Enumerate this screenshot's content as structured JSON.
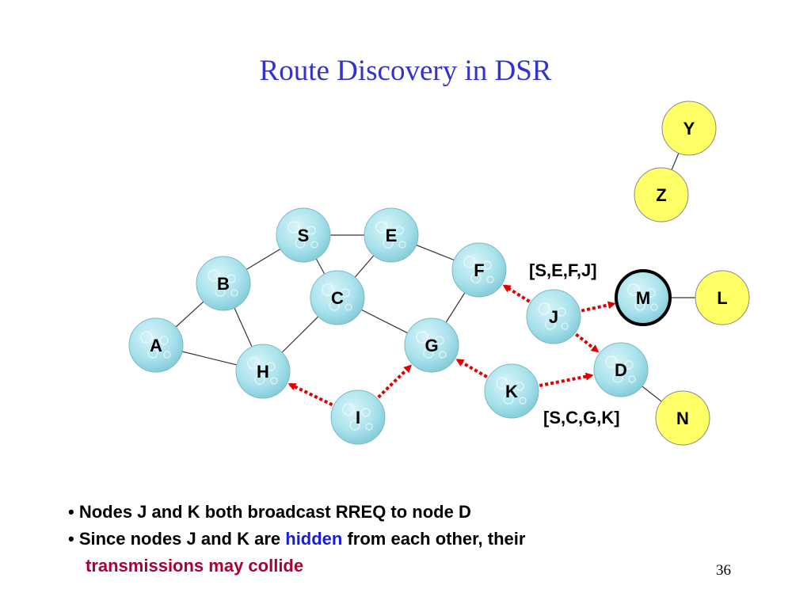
{
  "title": "Route Discovery in DSR",
  "nodes": [
    {
      "id": "Y",
      "label": "Y",
      "type": "yellow"
    },
    {
      "id": "Z",
      "label": "Z",
      "type": "yellow"
    },
    {
      "id": "S",
      "label": "S",
      "type": "blue"
    },
    {
      "id": "E",
      "label": "E",
      "type": "blue"
    },
    {
      "id": "F",
      "label": "F",
      "type": "blue"
    },
    {
      "id": "B",
      "label": "B",
      "type": "blue"
    },
    {
      "id": "C",
      "label": "C",
      "type": "blue"
    },
    {
      "id": "M",
      "label": "M",
      "type": "blue-bold"
    },
    {
      "id": "L",
      "label": "L",
      "type": "yellow"
    },
    {
      "id": "J",
      "label": "J",
      "type": "blue"
    },
    {
      "id": "A",
      "label": "A",
      "type": "blue"
    },
    {
      "id": "G",
      "label": "G",
      "type": "blue"
    },
    {
      "id": "H",
      "label": "H",
      "type": "blue"
    },
    {
      "id": "D",
      "label": "D",
      "type": "blue"
    },
    {
      "id": "K",
      "label": "K",
      "type": "blue"
    },
    {
      "id": "I",
      "label": "I",
      "type": "blue"
    },
    {
      "id": "N",
      "label": "N",
      "type": "yellow"
    }
  ],
  "edges": [
    [
      "Y",
      "Z"
    ],
    [
      "S",
      "E"
    ],
    [
      "S",
      "B"
    ],
    [
      "S",
      "C"
    ],
    [
      "E",
      "C"
    ],
    [
      "E",
      "F"
    ],
    [
      "B",
      "A"
    ],
    [
      "B",
      "H"
    ],
    [
      "A",
      "H"
    ],
    [
      "C",
      "H"
    ],
    [
      "C",
      "G"
    ],
    [
      "G",
      "F"
    ],
    [
      "M",
      "L"
    ],
    [
      "D",
      "N"
    ]
  ],
  "broadcasts": [
    {
      "from": "J",
      "to": "F"
    },
    {
      "from": "J",
      "to": "M"
    },
    {
      "from": "J",
      "to": "D"
    },
    {
      "from": "K",
      "to": "G"
    },
    {
      "from": "K",
      "to": "D"
    },
    {
      "from": "I",
      "to": "H"
    },
    {
      "from": "I",
      "to": "G"
    }
  ],
  "route_labels": {
    "j_route": "[S,E,F,J]",
    "k_route": "[S,C,G,K]"
  },
  "colors": {
    "title": "#3333cc",
    "node_blue": "#a9e2ec",
    "node_yellow": "#ffff66",
    "broadcast_arrow": "#e00000",
    "hidden_word": "#1a1adb",
    "collide_text": "#aa0033"
  },
  "bullets": {
    "b1": "• Nodes J and K both broadcast RREQ to node D",
    "b2_pre": "• Since nodes J and K are ",
    "b2_hidden": "hidden",
    "b2_post": " from each other, their",
    "b3": "transmissions may collide"
  },
  "page_number": "36"
}
